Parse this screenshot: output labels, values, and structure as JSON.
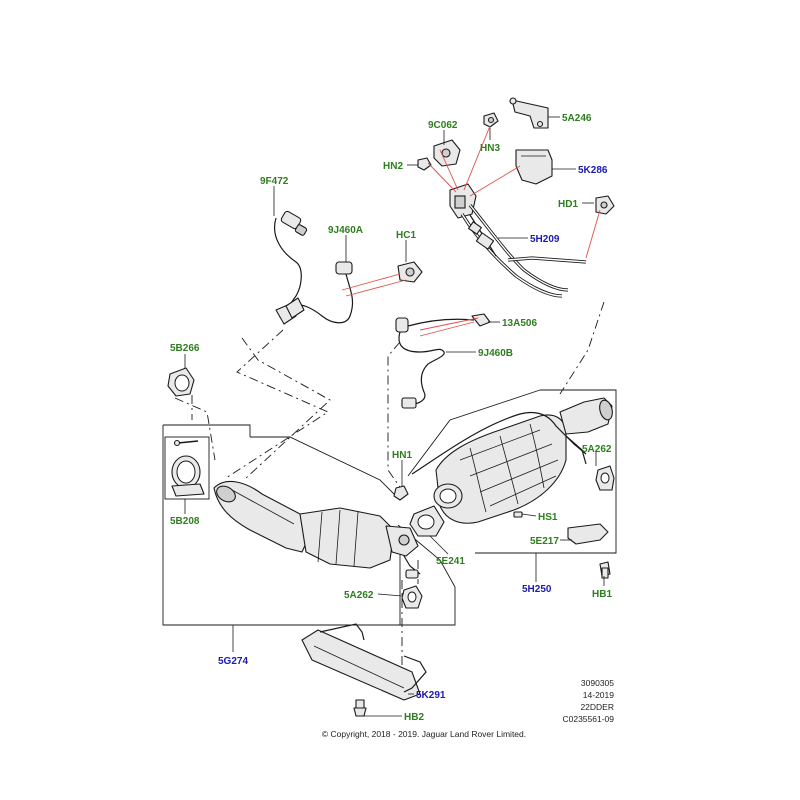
{
  "labels": {
    "l_5A246": "5A246",
    "l_9C062": "9C062",
    "l_HN3": "HN3",
    "l_HN2": "HN2",
    "l_5K286": "5K286",
    "l_9F472": "9F472",
    "l_HD1": "HD1",
    "l_9J460A": "9J460A",
    "l_HC1": "HC1",
    "l_5H209": "5H209",
    "l_13A506": "13A506",
    "l_5B266": "5B266",
    "l_9J460B": "9J460B",
    "l_HN1": "HN1",
    "l_5A262_right": "5A262",
    "l_5B208": "5B208",
    "l_HS1": "HS1",
    "l_5E217": "5E217",
    "l_5E241": "5E241",
    "l_5H250": "5H250",
    "l_HB1": "HB1",
    "l_5A262_left": "5A262",
    "l_5G274": "5G274",
    "l_5K291": "5K291",
    "l_HB2": "HB2"
  },
  "label_colors": {
    "green": "#2e7d1f",
    "blue": "#1a1ab4"
  },
  "reference_block": [
    "3090305",
    "14-2019",
    "22DDER",
    "C0235561-09"
  ],
  "copyright": "© Copyright, 2018 - 2019. Jaguar Land Rover Limited."
}
